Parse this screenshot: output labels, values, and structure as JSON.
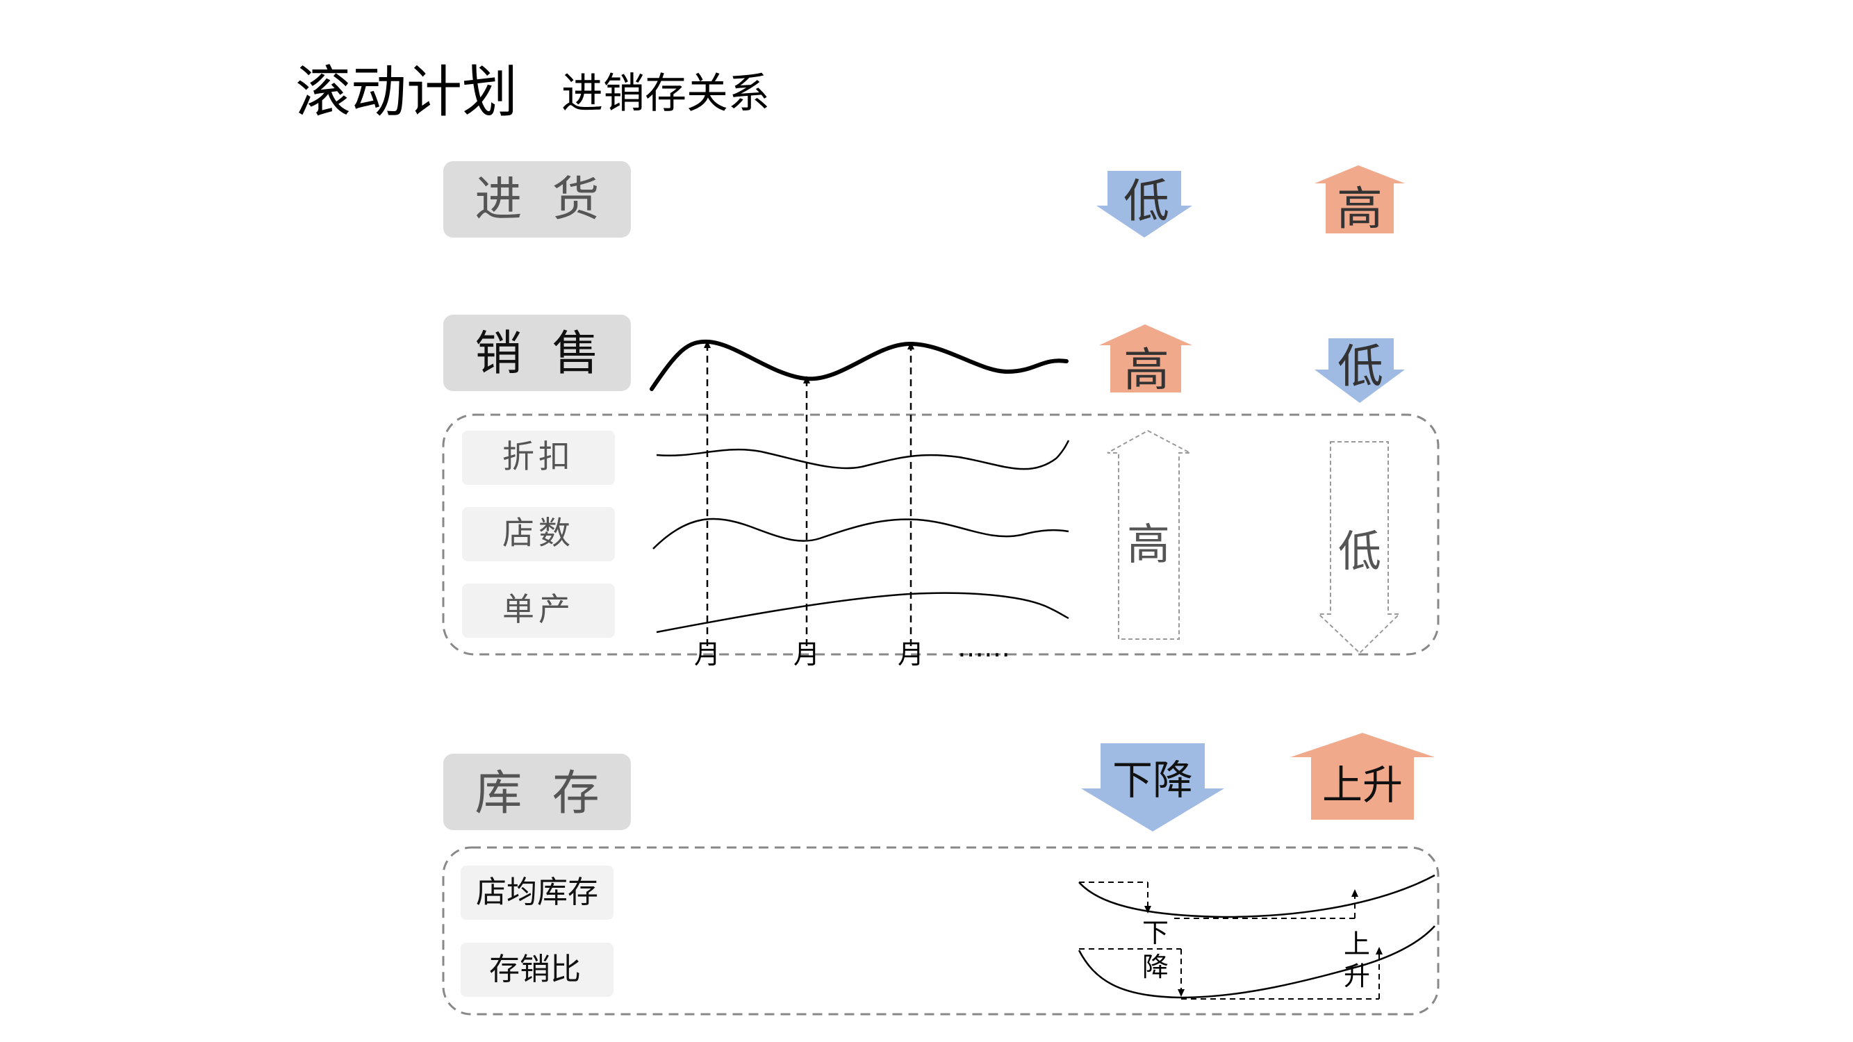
{
  "title": "滚动计划",
  "subtitle": "进销存关系",
  "sections": {
    "purchase": "进  货",
    "sales": "销  售",
    "inventory": "库  存"
  },
  "sales_factors": [
    "折扣",
    "店数",
    "单产"
  ],
  "inventory_factors": [
    "店均库存",
    "存销比"
  ],
  "months": [
    "月",
    "月",
    "月"
  ],
  "ellipsis": "……",
  "arrows": {
    "purchase_low": "低",
    "purchase_high": "高",
    "sales_high": "高",
    "sales_low": "低",
    "factors_high": "高",
    "factors_low": "低",
    "inventory_down": "下降",
    "inventory_up": "上升"
  },
  "annotations": {
    "down": [
      "下",
      "降"
    ],
    "up": [
      "上",
      "升"
    ]
  },
  "colors": {
    "blue_arrow": "#9fbbe3",
    "orange_arrow": "#f1a98c",
    "label_box": "#dcdcdc",
    "factor_box": "#f2f2f2",
    "dashed_border": "#888888"
  }
}
